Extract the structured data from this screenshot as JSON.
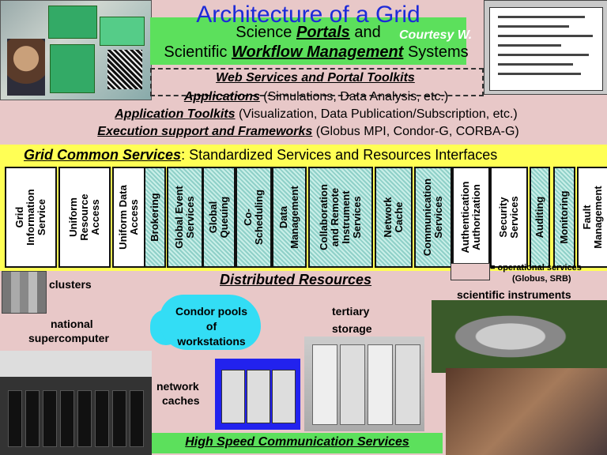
{
  "title": "Architecture of a Grid",
  "top": {
    "portals_pre": "Science ",
    "portals_bold": "Portals",
    "portals_post": " and ",
    "courtesy": "Courtesy W.",
    "workflow_pre": "Scientific ",
    "workflow_bold": "Workflow Management",
    "workflow_post": " Systems"
  },
  "layers": {
    "toolkits": "Web Services and Portal Toolkits",
    "applications_u": "Applications",
    "applications_rest": " (Simulations, Data Analysis, etc.)",
    "app_toolkits_u": "Application Toolkits",
    "app_toolkits_rest": " (Visualization, Data Publication/Subscription, etc.)",
    "execution_u": "Execution support and Frameworks",
    "execution_rest": " (Globus MPI, Condor-G, CORBA-G)"
  },
  "common_services": {
    "heading_u": "Grid Common Services",
    "heading_rest": ": Standardized Services and Resources Interfaces",
    "services": [
      {
        "label": "Grid\nInformation\nService",
        "operational": false
      },
      {
        "label": "Uniform\nResource\nAccess",
        "operational": false
      },
      {
        "label": "Uniform Data\nAccess",
        "operational": false
      },
      {
        "label": "Brokering",
        "operational": true
      },
      {
        "label": "Global Event\nServices",
        "operational": true
      },
      {
        "label": "Global\nQueuing",
        "operational": true
      },
      {
        "label": "Co-\nScheduling",
        "operational": true
      },
      {
        "label": "Data\nManagement",
        "operational": true
      },
      {
        "label": "Collaboration\nand Remote\nInstrument\nServices",
        "operational": true
      },
      {
        "label": "Network\nCache",
        "operational": true
      },
      {
        "label": "Communication\nServices",
        "operational": true
      },
      {
        "label": "Authentication\nAuthorization",
        "operational": false
      },
      {
        "label": "Security\nServices",
        "operational": false
      },
      {
        "label": "Auditing",
        "operational": true
      },
      {
        "label": "Monitoring",
        "operational": true
      },
      {
        "label": "Fault\nManagement",
        "operational": false
      }
    ],
    "legend_line1": "= operational services",
    "legend_line2": "(Globus, SRB)"
  },
  "resources": {
    "heading": "Distributed Resources",
    "clusters": "clusters",
    "national_1": "national",
    "national_2": "supercomputer",
    "condor_1": "Condor pools",
    "condor_2": "of",
    "condor_3": "workstations",
    "tertiary_1": "tertiary",
    "tertiary_2": "storage",
    "network_1": "network",
    "network_2": "caches",
    "instruments": "scientific instruments"
  },
  "bottom": "High Speed Communication Services",
  "colors": {
    "background": "#e8c8c8",
    "green": "#5ce05c",
    "yellow": "#ffff55",
    "title_blue": "#1d2ad8",
    "condor_cyan": "#33ddf5"
  }
}
